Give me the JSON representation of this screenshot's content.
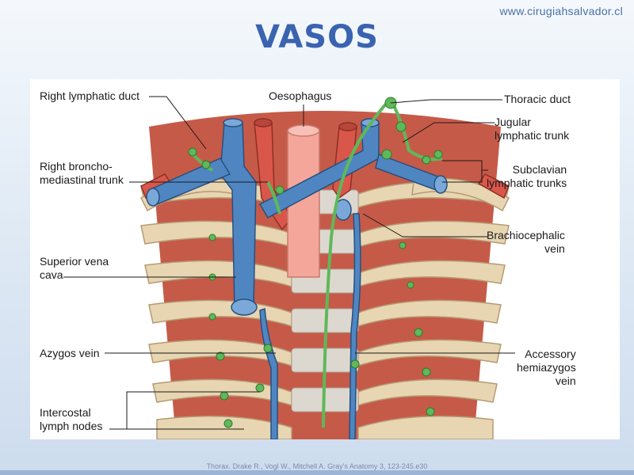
{
  "header": {
    "site_url": "www.cirugiahsalvador.cl",
    "title": "VASOS"
  },
  "labels": {
    "right_lymphatic_duct": "Right lymphatic duct",
    "oesophagus": "Oesophagus",
    "thoracic_duct": "Thoracic duct",
    "jugular_trunk": "Jugular\nlymphatic trunk",
    "right_bronchomediastinal": "Right broncho-\nmediastinal trunk",
    "subclavian_trunks": "Subclavian\nlymphatic trunks",
    "superior_vena_cava": "Superior vena\ncava",
    "brachiocephalic_vein": "Brachiocephalic\nvein",
    "azygos_vein": "Azygos vein",
    "accessory_hemiazygos": "Accessory\nhemiazygos\nvein",
    "intercostal_nodes": "Intercostal\nlymph nodes"
  },
  "caption": "Thorax. Drake R., Vogl W., Mitchell A. Gray's Anatomy 3, 123-245.e30",
  "colors": {
    "vein": "#4f86c2",
    "artery": "#d9574a",
    "lymph": "#5fb85a",
    "muscle": "#d4735e",
    "rib": "#e8d6b2",
    "oesophagus": "#f4a69a"
  }
}
